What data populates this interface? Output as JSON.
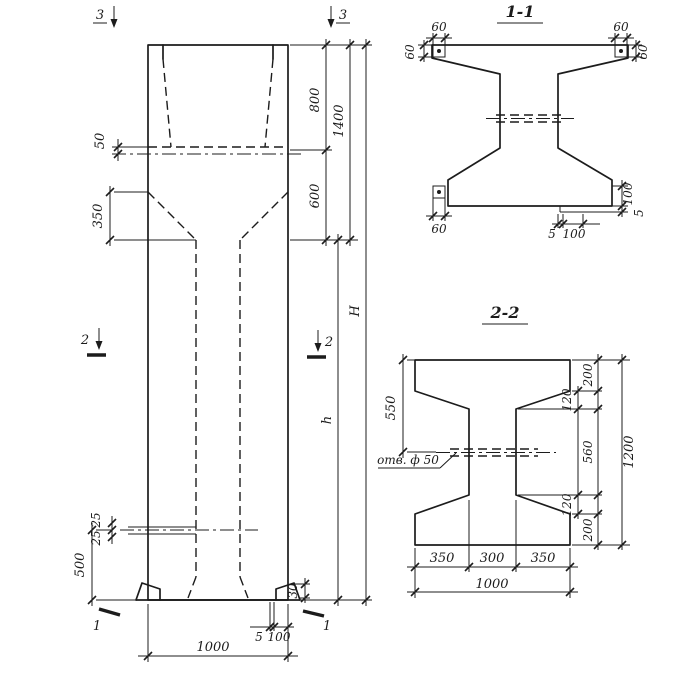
{
  "colors": {
    "ink": "#1c1c1c",
    "paper": "#ffffff"
  },
  "elevation": {
    "markers": {
      "top_left": "3",
      "top_right": "3",
      "mid_left": "2",
      "mid_right": "2",
      "bottom_left": "1",
      "bottom_right": "1"
    },
    "dims": {
      "d50": "50",
      "d350": "350",
      "d800": "800",
      "d1400": "1400",
      "d600": "600",
      "big_h": "H",
      "small_h": "h",
      "d25_a": "25",
      "d25_b": "25",
      "d500": "500",
      "d30": "30",
      "d5": "5",
      "d100": "100",
      "d1000": "1000"
    }
  },
  "section_1": {
    "title": "1-1",
    "dims": {
      "tl_top": "60",
      "tl_side": "60",
      "tr_top": "60",
      "tr_side": "60",
      "bl": "60",
      "side_100": "100",
      "side_5": "5",
      "bottom_5": "5",
      "bottom_100": "100"
    }
  },
  "section_2": {
    "title": "2-2",
    "hole_label": "отв. ф 50",
    "dims": {
      "d550": "550",
      "d200_top": "200",
      "d120_top": "120",
      "d560": "560",
      "d120_bottom": "120",
      "d200_bottom": "200",
      "d1200": "1200",
      "d350_left": "350",
      "d300": "300",
      "d350_right": "350",
      "d1000": "1000"
    }
  }
}
